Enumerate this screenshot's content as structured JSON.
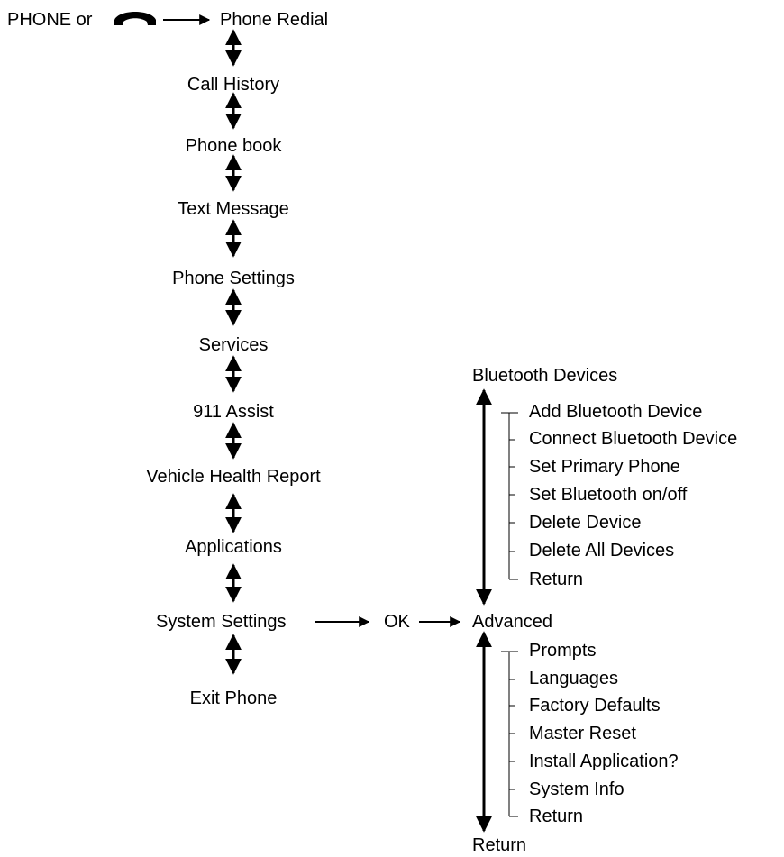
{
  "entry": {
    "text": "PHONE or",
    "icon": "phone-handset-icon"
  },
  "main_menu": [
    "Phone Redial",
    "Call History",
    "Phone book",
    "Text Message",
    "Phone Settings",
    "Services",
    "911 Assist",
    "Vehicle Health Report",
    "Applications",
    "System Settings",
    "Exit Phone"
  ],
  "ok_label": "OK",
  "bluetooth": {
    "title": "Bluetooth Devices",
    "items": [
      "Add Bluetooth Device",
      "Connect Bluetooth Device",
      "Set Primary Phone",
      "Set Bluetooth on/off",
      "Delete Device",
      "Delete All Devices",
      "Return"
    ]
  },
  "advanced": {
    "title": "Advanced",
    "items": [
      "Prompts",
      "Languages",
      "Factory Defaults",
      "Master Reset",
      "Install Application?",
      "System Info",
      "Return"
    ]
  },
  "bottom_label": "Return"
}
